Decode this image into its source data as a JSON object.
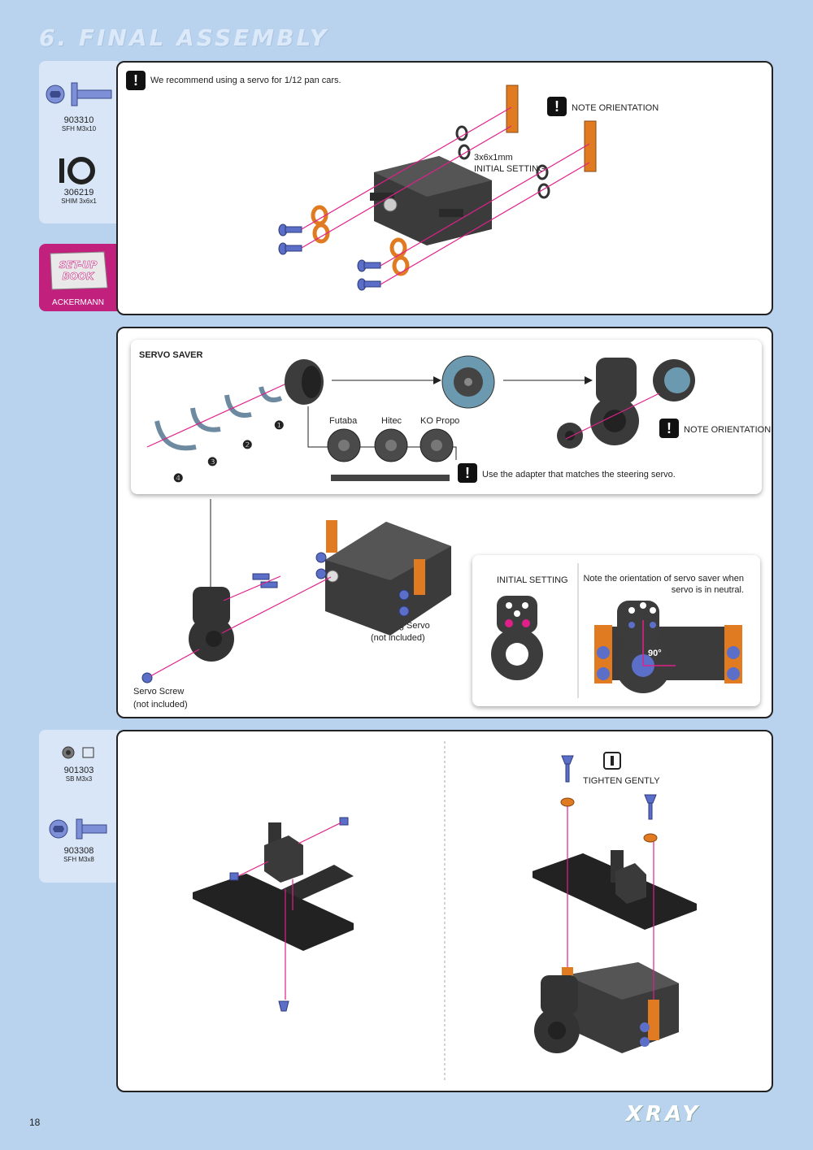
{
  "page": {
    "title": "6. FINAL ASSEMBLY",
    "page_number": "18",
    "brand": "XRAY"
  },
  "step1": {
    "parts": [
      {
        "code": "903310",
        "desc": "SFH M3x10"
      },
      {
        "code": "306219",
        "desc": "SHIM 3x6x1"
      }
    ],
    "setup_book": {
      "label": "SET-UP BOOK",
      "caption": "ACKERMANN"
    },
    "note_recommend": "We recommend using a servo for 1/12 pan cars.",
    "note_orientation": "NOTE ORIENTATION",
    "shim_label": "3x6x1mm",
    "shim_setting": "INITIAL SETTING"
  },
  "step2": {
    "servo_saver_title": "SERVO SAVER",
    "markers": [
      "❶",
      "❷",
      "❸",
      "❹"
    ],
    "adapters": [
      "Futaba",
      "Hitec",
      "KO Propo"
    ],
    "adapter_note": "Use the adapter that matches the steering servo.",
    "note_orientation": "NOTE ORIENTATION",
    "steering_servo": "Steering Servo",
    "not_included": "(not included)",
    "servo_screw": "Servo Screw",
    "initial_setting": "INITIAL SETTING",
    "orientation_note_1": "Note the orientation of servo saver when",
    "orientation_note_2": "servo is in neutral.",
    "angle": "90°"
  },
  "step3": {
    "parts": [
      {
        "code": "901303",
        "desc": "SB M3x3"
      },
      {
        "code": "903308",
        "desc": "SFH M3x8"
      }
    ],
    "tighten": "TIGHTEN GENTLY"
  },
  "colors": {
    "background": "#b9d3ef",
    "accent_orange": "#e07b22",
    "screw_blue": "#5b6fc9",
    "magenta": "#e0208a"
  }
}
